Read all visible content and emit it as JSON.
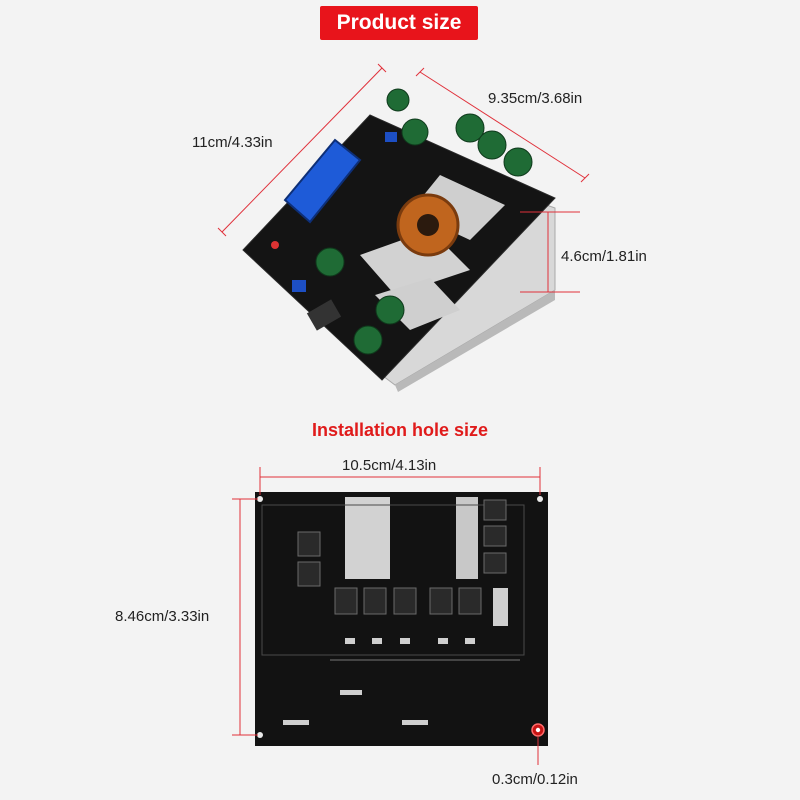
{
  "top_section": {
    "title": "Product size",
    "dims": {
      "length": "11cm/4.33in",
      "width": "9.35cm/3.68in",
      "height": "4.6cm/1.81in"
    }
  },
  "bottom_section": {
    "title": "Installation hole size",
    "dims": {
      "hole_spacing_x": "10.5cm/4.13in",
      "hole_spacing_y": "8.46cm/3.33in",
      "hole_diameter": "0.3cm/0.12in"
    }
  },
  "colors": {
    "banner": "#e8141b",
    "dimension_line": "#e0303a",
    "board": "#121212",
    "heatsink": "#d6d6d6",
    "capacitor": "#1f6b35"
  }
}
